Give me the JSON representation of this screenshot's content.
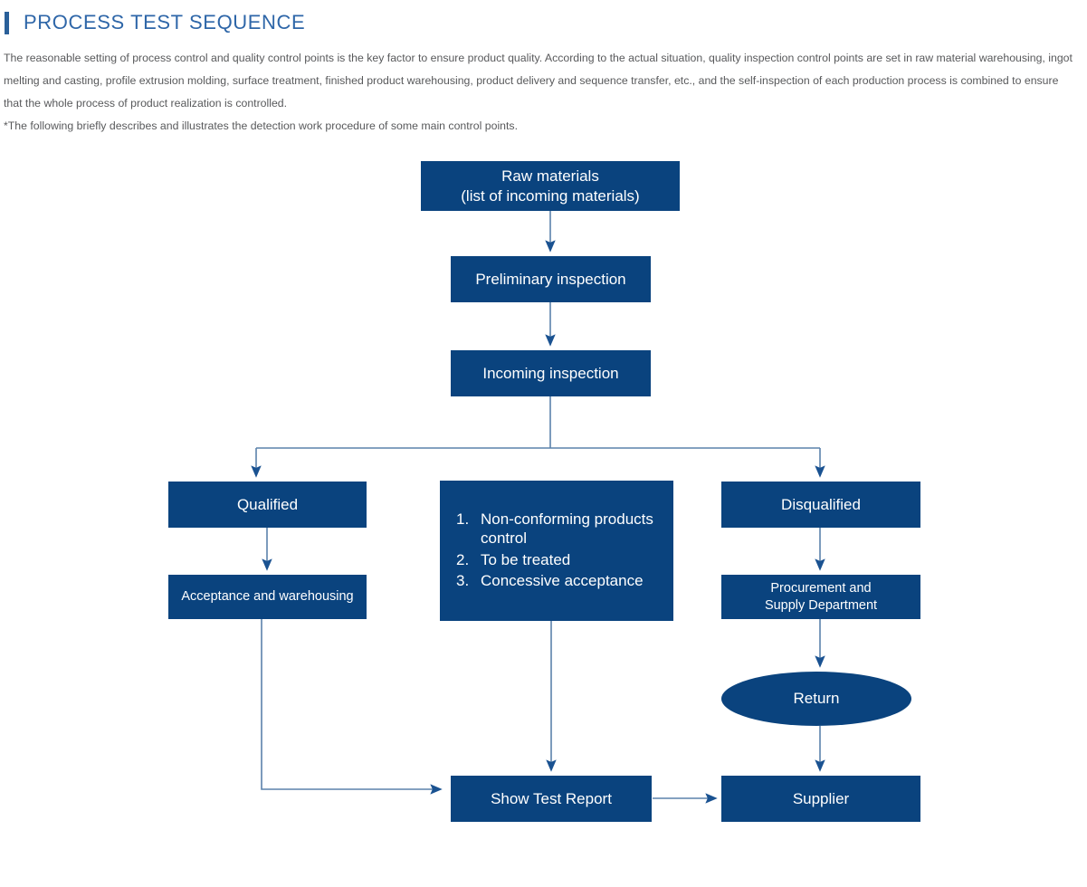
{
  "header": {
    "title": "PROCESS TEST SEQUENCE",
    "accent_bar_color": "#2a6099",
    "title_color": "#2e66a8",
    "paragraphs": [
      "The reasonable setting of process control and quality control points is the key factor to ensure product quality. According to the actual situation, quality inspection control points are set in raw material warehousing, ingot melting and casting, profile extrusion molding, surface treatment, finished product warehousing, product delivery and sequence transfer, etc., and the self-inspection of each production process is combined to ensure that the whole process of product realization is controlled.",
      "*The following briefly describes and illustrates the detection work procedure of some main control points."
    ]
  },
  "diagram": {
    "node_fill": "#0a437e",
    "node_text_color": "#ffffff",
    "connector_color": "#5b82ab",
    "arrow_color": "#1a5291",
    "nodes": {
      "raw_materials": {
        "line1": "Raw materials",
        "line2": "(list of incoming materials)",
        "shape": "rectangle"
      },
      "preliminary_inspection": {
        "label": "Preliminary inspection",
        "shape": "rectangle"
      },
      "incoming_inspection": {
        "label": "Incoming inspection",
        "shape": "rectangle"
      },
      "qualified": {
        "label": "Qualified",
        "shape": "rectangle"
      },
      "acceptance": {
        "label": "Acceptance and warehousing",
        "shape": "rectangle"
      },
      "nonconforming": {
        "shape": "rectangle",
        "items": [
          {
            "num": "1.",
            "text": "Non-conforming products control"
          },
          {
            "num": "2.",
            "text": "To be treated"
          },
          {
            "num": "3.",
            "text": "Concessive acceptance"
          }
        ]
      },
      "disqualified": {
        "label": "Disqualified",
        "shape": "rectangle"
      },
      "procurement": {
        "line1": "Procurement and",
        "line2": "Supply Department",
        "shape": "rectangle"
      },
      "return": {
        "label": "Return",
        "shape": "ellipse"
      },
      "show_test_report": {
        "label": "Show Test Report",
        "shape": "rectangle"
      },
      "supplier": {
        "label": "Supplier",
        "shape": "rectangle"
      }
    }
  }
}
